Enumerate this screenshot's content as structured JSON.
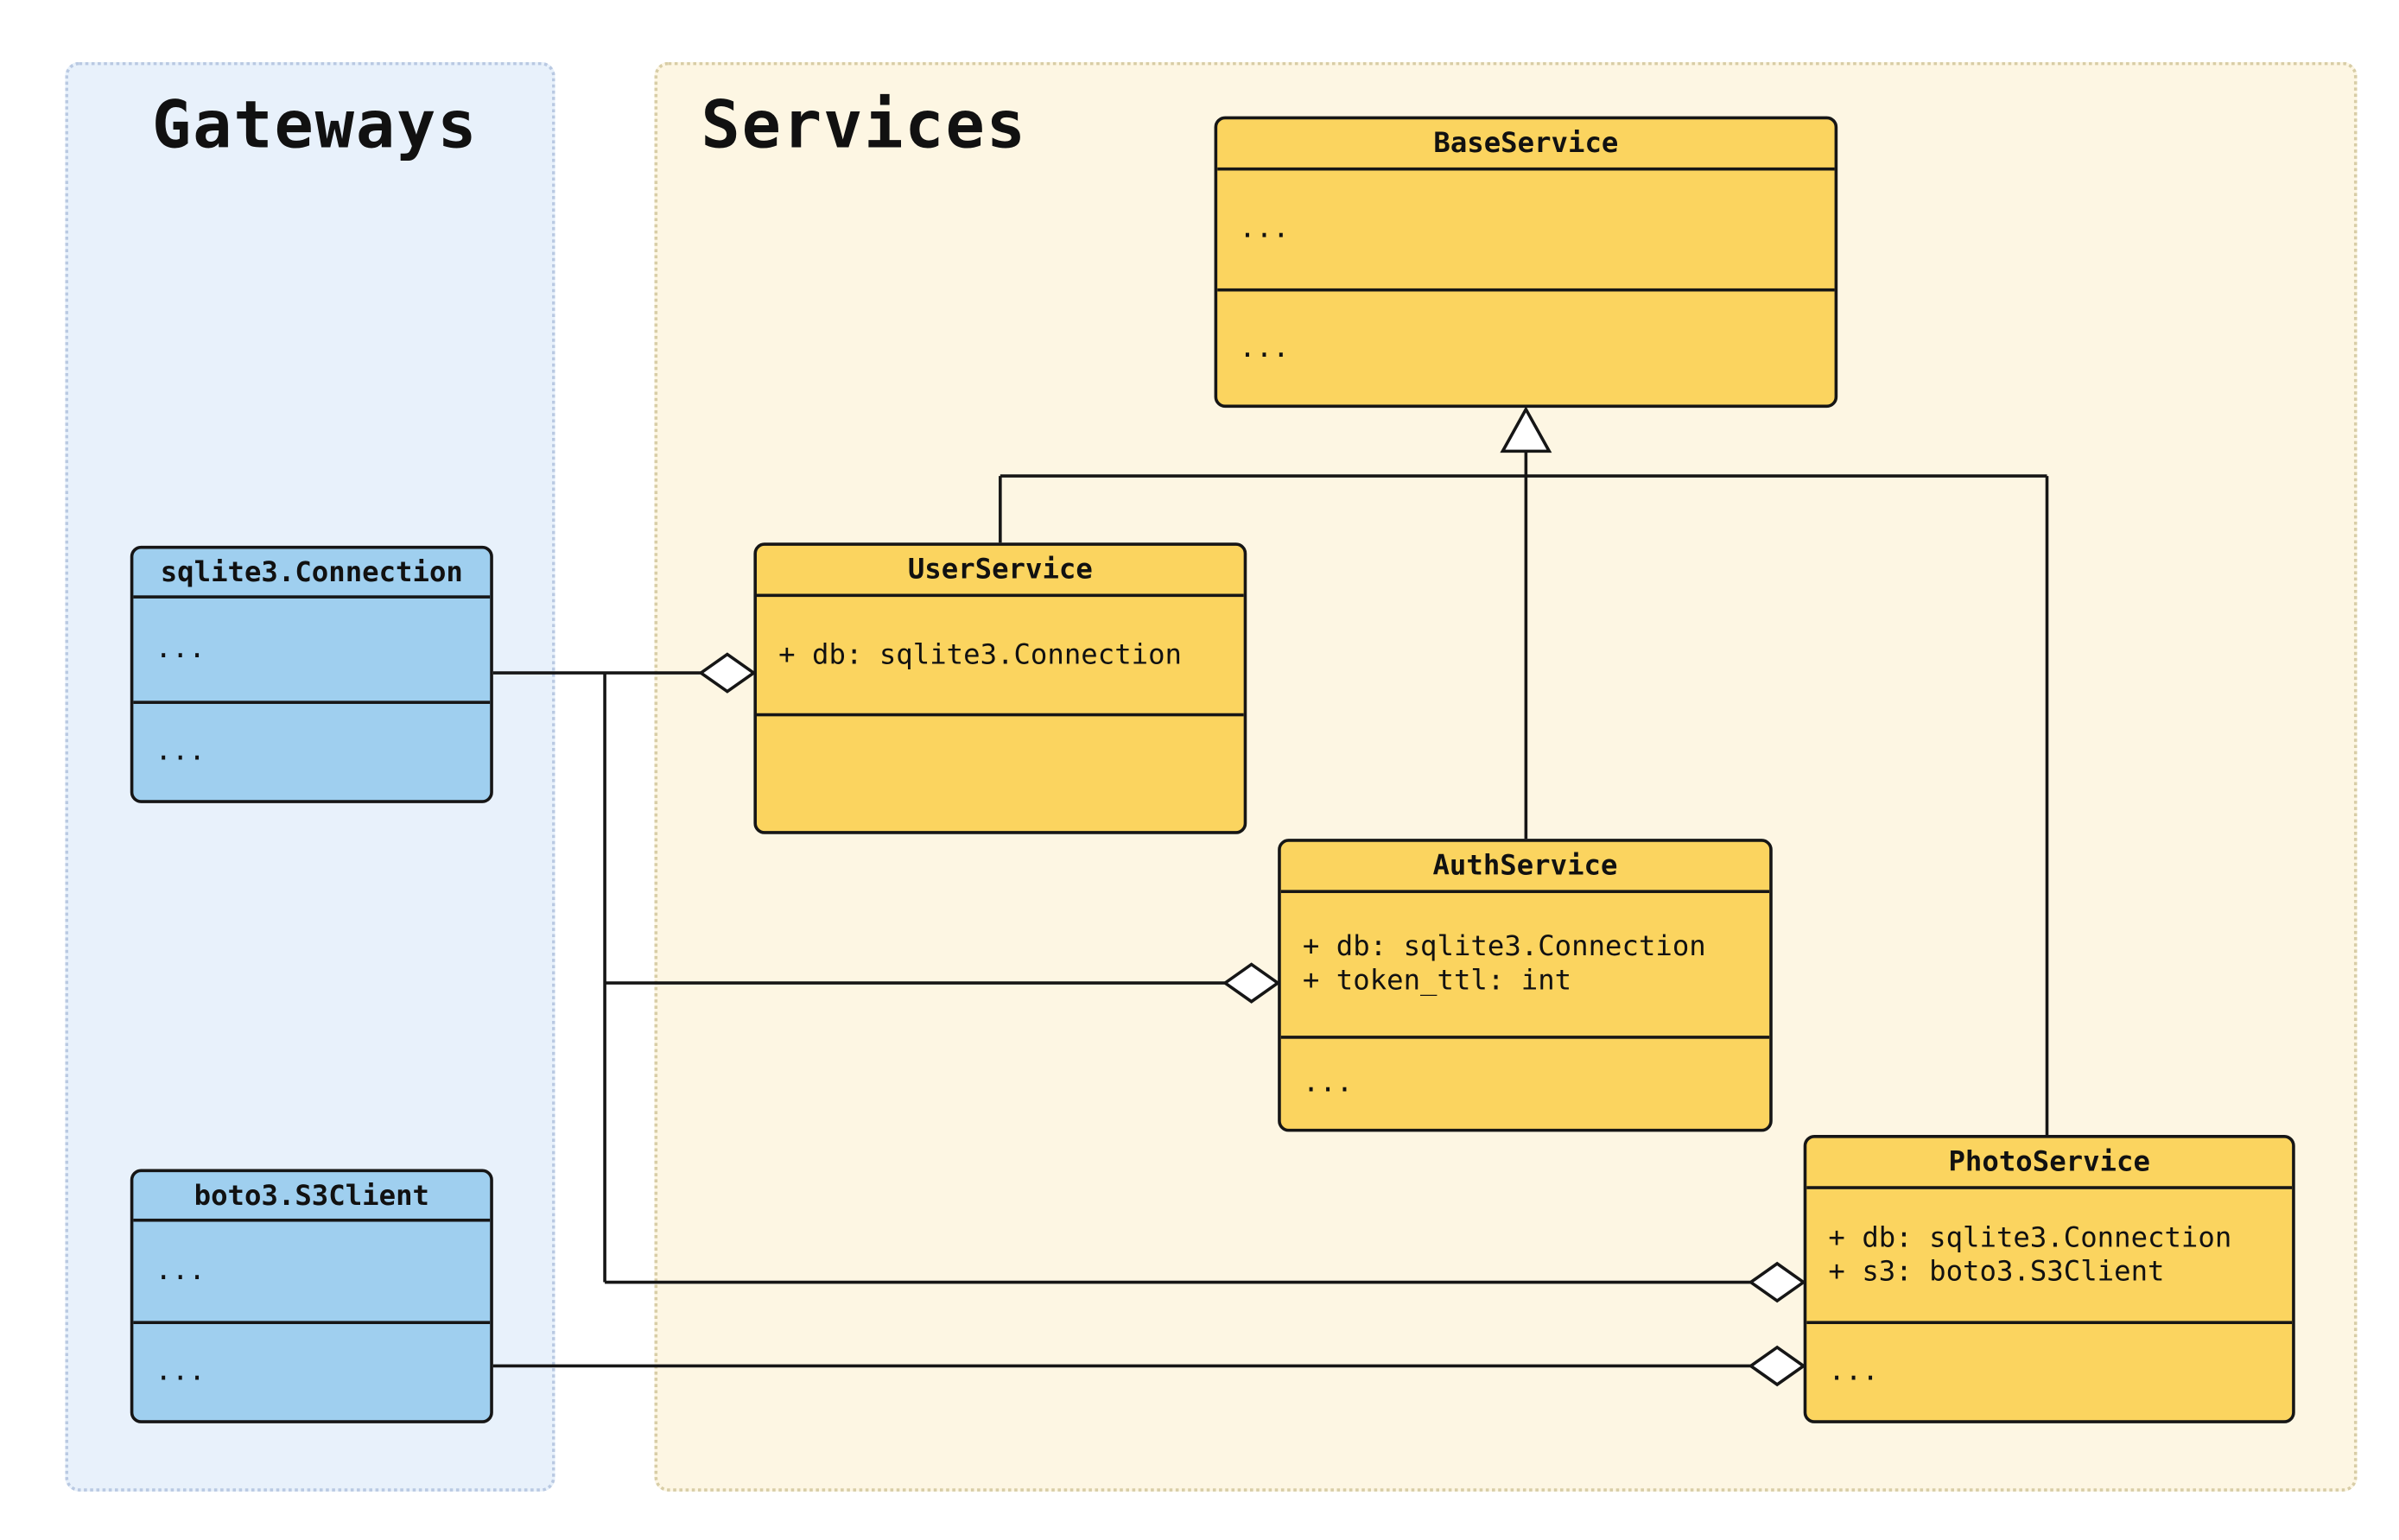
{
  "groups": {
    "gateways": {
      "title": "Gateways"
    },
    "services": {
      "title": "Services"
    }
  },
  "classes": {
    "base_service": {
      "name": "BaseService",
      "attributes": [
        "..."
      ],
      "methods": [
        "..."
      ]
    },
    "user_service": {
      "name": "UserService",
      "attributes": [
        "+ db: sqlite3.Connection"
      ],
      "methods": []
    },
    "auth_service": {
      "name": "AuthService",
      "attributes": [
        "+ db: sqlite3.Connection",
        "+ token_ttl: int"
      ],
      "methods": [
        "..."
      ]
    },
    "photo_service": {
      "name": "PhotoService",
      "attributes": [
        "+ db: sqlite3.Connection",
        "+ s3: boto3.S3Client"
      ],
      "methods": [
        "..."
      ]
    },
    "sqlite3_connection": {
      "name": "sqlite3.Connection",
      "attributes": [
        "..."
      ],
      "methods": [
        "..."
      ]
    },
    "boto3_s3client": {
      "name": "boto3.S3Client",
      "attributes": [
        "..."
      ],
      "methods": [
        "..."
      ]
    }
  },
  "relationships": [
    {
      "type": "inheritance",
      "from": "UserService",
      "to": "BaseService"
    },
    {
      "type": "inheritance",
      "from": "AuthService",
      "to": "BaseService"
    },
    {
      "type": "inheritance",
      "from": "PhotoService",
      "to": "BaseService"
    },
    {
      "type": "aggregation",
      "from": "UserService",
      "to": "sqlite3.Connection"
    },
    {
      "type": "aggregation",
      "from": "AuthService",
      "to": "sqlite3.Connection"
    },
    {
      "type": "aggregation",
      "from": "PhotoService",
      "to": "sqlite3.Connection"
    },
    {
      "type": "aggregation",
      "from": "PhotoService",
      "to": "boto3.S3Client"
    }
  ],
  "colors": {
    "service_fill": "#fbd45f",
    "gateway_fill": "#9fcfef",
    "services_bg": "#fdf6e3",
    "gateways_bg": "#e8f1fb",
    "stroke": "#161616"
  }
}
